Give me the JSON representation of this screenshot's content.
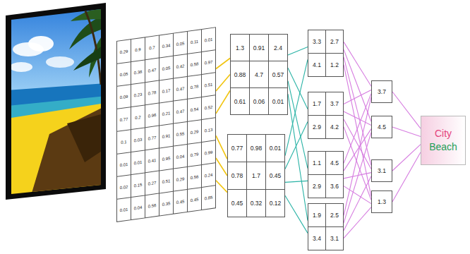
{
  "diagram": {
    "nodes": [
      {
        "text": [
          "0.29",
          "0.9",
          "0.7",
          "0.34",
          "0.05",
          "0.11",
          "0.01",
          "0.05",
          "0.38",
          "0.47",
          "0.05",
          "0.42",
          "0.58",
          "0.97",
          "0.09",
          "0.23",
          "0.78",
          "0.17",
          "0.47",
          "0.78",
          "0.51",
          "0.77",
          "0.2",
          "0.96",
          "0.21",
          "0.47",
          "0.54",
          "0.52",
          "0.1",
          "0.03",
          "0.77",
          "0.91",
          "0.55",
          "0.29",
          "0.13",
          "0.01",
          "0.01",
          "0.41",
          "0.95",
          "0.04",
          "0.79",
          "0.99",
          "0.02",
          "0.15",
          "0.27",
          "0.51",
          "0.29",
          "0.56",
          "0.24",
          "0.01",
          "0.04",
          "0.56",
          "0.35",
          "0.45",
          "0.45",
          "0.85"
        ]
      },
      {
        "text": [
          "1.3",
          "0.91",
          "2.4",
          "0.88",
          "4.7",
          "0.57",
          "0.61",
          "0.06",
          "0.01"
        ]
      },
      {
        "text": [
          "0.77",
          "0.98",
          "0.01",
          "0.78",
          "1.7",
          "0.45",
          "0.45",
          "0.32",
          "0.12"
        ]
      },
      {
        "text": [
          "3.3",
          "2.7",
          "4.1",
          "1.2"
        ]
      },
      {
        "text": [
          "1.7",
          "3.7",
          "2.9",
          "4.2"
        ]
      },
      {
        "text": [
          "1.1",
          "4.5",
          "2.9",
          "3.6"
        ]
      },
      {
        "text": [
          "1.9",
          "2.5",
          "3.4",
          "3.1"
        ]
      },
      {
        "text": [
          "3.7"
        ]
      },
      {
        "text": [
          "4.5"
        ]
      },
      {
        "text": [
          "3.1"
        ]
      },
      {
        "text": [
          "1.3"
        ]
      },
      {
        "text": [
          "City",
          "Beach"
        ]
      }
    ],
    "edges": [
      {
        "from": 0,
        "to": 1,
        "arrow": "none"
      },
      {
        "from": 0,
        "to": 1,
        "arrow": "none"
      },
      {
        "from": 0,
        "to": 1,
        "arrow": "none"
      },
      {
        "from": 0,
        "to": 2,
        "arrow": "none"
      },
      {
        "from": 0,
        "to": 2,
        "arrow": "none"
      },
      {
        "from": 0,
        "to": 2,
        "arrow": "none"
      },
      {
        "from": 1,
        "to": 3,
        "arrow": "none"
      },
      {
        "from": 1,
        "to": 4,
        "arrow": "none"
      },
      {
        "from": 1,
        "to": 5,
        "arrow": "none"
      },
      {
        "from": 1,
        "to": 6,
        "arrow": "none"
      },
      {
        "from": 2,
        "to": 3,
        "arrow": "none"
      },
      {
        "from": 2,
        "to": 4,
        "arrow": "none"
      },
      {
        "from": 2,
        "to": 5,
        "arrow": "none"
      },
      {
        "from": 2,
        "to": 6,
        "arrow": "none"
      },
      {
        "from": 3,
        "to": 7,
        "arrow": "none"
      },
      {
        "from": 3,
        "to": 8,
        "arrow": "none"
      },
      {
        "from": 3,
        "to": 9,
        "arrow": "none"
      },
      {
        "from": 3,
        "to": 10,
        "arrow": "none"
      },
      {
        "from": 4,
        "to": 7,
        "arrow": "none"
      },
      {
        "from": 4,
        "to": 8,
        "arrow": "none"
      },
      {
        "from": 4,
        "to": 9,
        "arrow": "none"
      },
      {
        "from": 4,
        "to": 10,
        "arrow": "none"
      },
      {
        "from": 5,
        "to": 7,
        "arrow": "none"
      },
      {
        "from": 5,
        "to": 8,
        "arrow": "none"
      },
      {
        "from": 5,
        "to": 9,
        "arrow": "none"
      },
      {
        "from": 5,
        "to": 10,
        "arrow": "none"
      },
      {
        "from": 6,
        "to": 7,
        "arrow": "none"
      },
      {
        "from": 6,
        "to": 8,
        "arrow": "none"
      },
      {
        "from": 6,
        "to": 9,
        "arrow": "none"
      },
      {
        "from": 6,
        "to": 10,
        "arrow": "none"
      },
      {
        "from": 7,
        "to": 11,
        "arrow": "none"
      },
      {
        "from": 8,
        "to": 11,
        "arrow": "none"
      },
      {
        "from": 9,
        "to": 11,
        "arrow": "none"
      },
      {
        "from": 10,
        "to": 11,
        "arrow": "none"
      }
    ]
  }
}
